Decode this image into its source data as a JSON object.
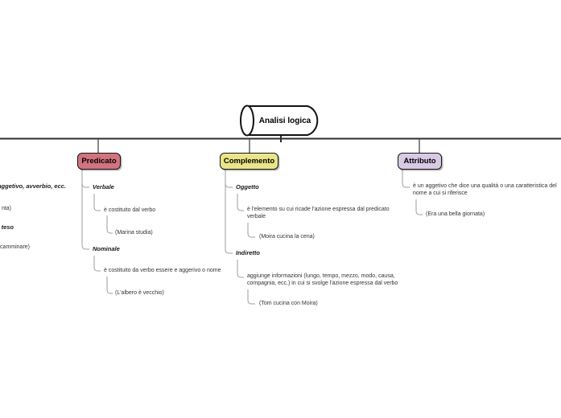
{
  "root": {
    "label": "Analisi logica"
  },
  "branches": {
    "predicato": {
      "label": "Predicato",
      "color": "#d2737f",
      "verbale_label": "Verbale",
      "verbale_desc": "è costituito dal verbo",
      "verbale_example": "(Marina studia)",
      "nominale_label": "Nominale",
      "nominale_desc": "è costituito da verbo essere e aggerivo o nome",
      "nominale_example": "(L'albero è vecchio)"
    },
    "complemento": {
      "label": "Complemento",
      "color": "#eae588",
      "oggetto_label": "Oggetto",
      "oggetto_desc": "è l'elemento su cui ricade l'azione espressa dal predicato\nverbale",
      "oggetto_example": "(Moira cucina la cena)",
      "indiretto_label": "Indiretto",
      "indiretto_desc": "aggiunge informazioni (lungo, tempo, mezzo, modo, causa,\ncompagnia, ecc.) in cui si svolge l'azione espressa dal verbo",
      "indiretto_example": "(Tom cucina con Moira)"
    },
    "attributo": {
      "label": "Attributo",
      "color": "#d8c9e5",
      "desc": "è un aggetivo che dice una qualità o una caratteristica del\nnome a cui si riferisce",
      "example": "(Era una bella giornata)"
    }
  },
  "offscreen_left_fragments": {
    "fragment1": "e, aggetivo, avverbio, ecc.",
    "fragment2": "nta)",
    "fragment3": "teso",
    "fragment4": "camminare)"
  },
  "colors": {
    "trunk_line": "#2e2e2e",
    "branch_connector": "#555555",
    "subtree_line": "#9e9e9e"
  }
}
